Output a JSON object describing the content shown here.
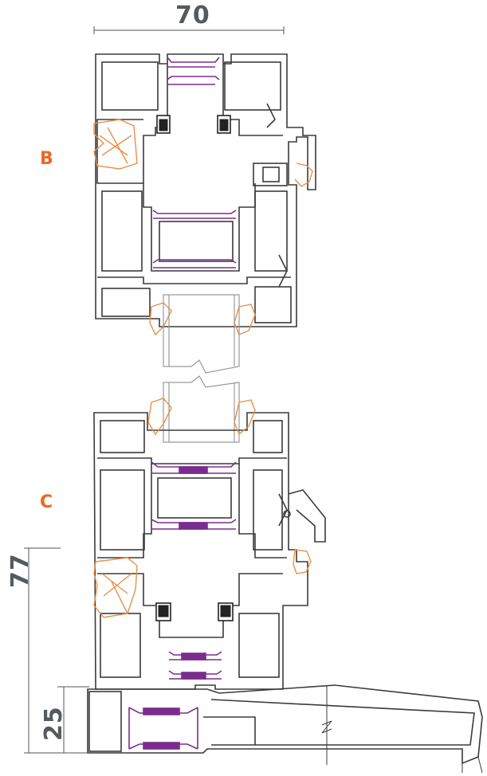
{
  "dimensions": {
    "frame_depth": "70",
    "total_height": "77",
    "sill_height": "25"
  },
  "section_labels": {
    "top": "B",
    "bottom": "C"
  },
  "colors": {
    "profile_stroke": "#3b3b3b",
    "gasket": "#e8904a",
    "thermal_break": "#7b2d8e",
    "glass": "#9a9a9a",
    "dimension_text": "#555a5e",
    "section_label": "#e86a26"
  }
}
